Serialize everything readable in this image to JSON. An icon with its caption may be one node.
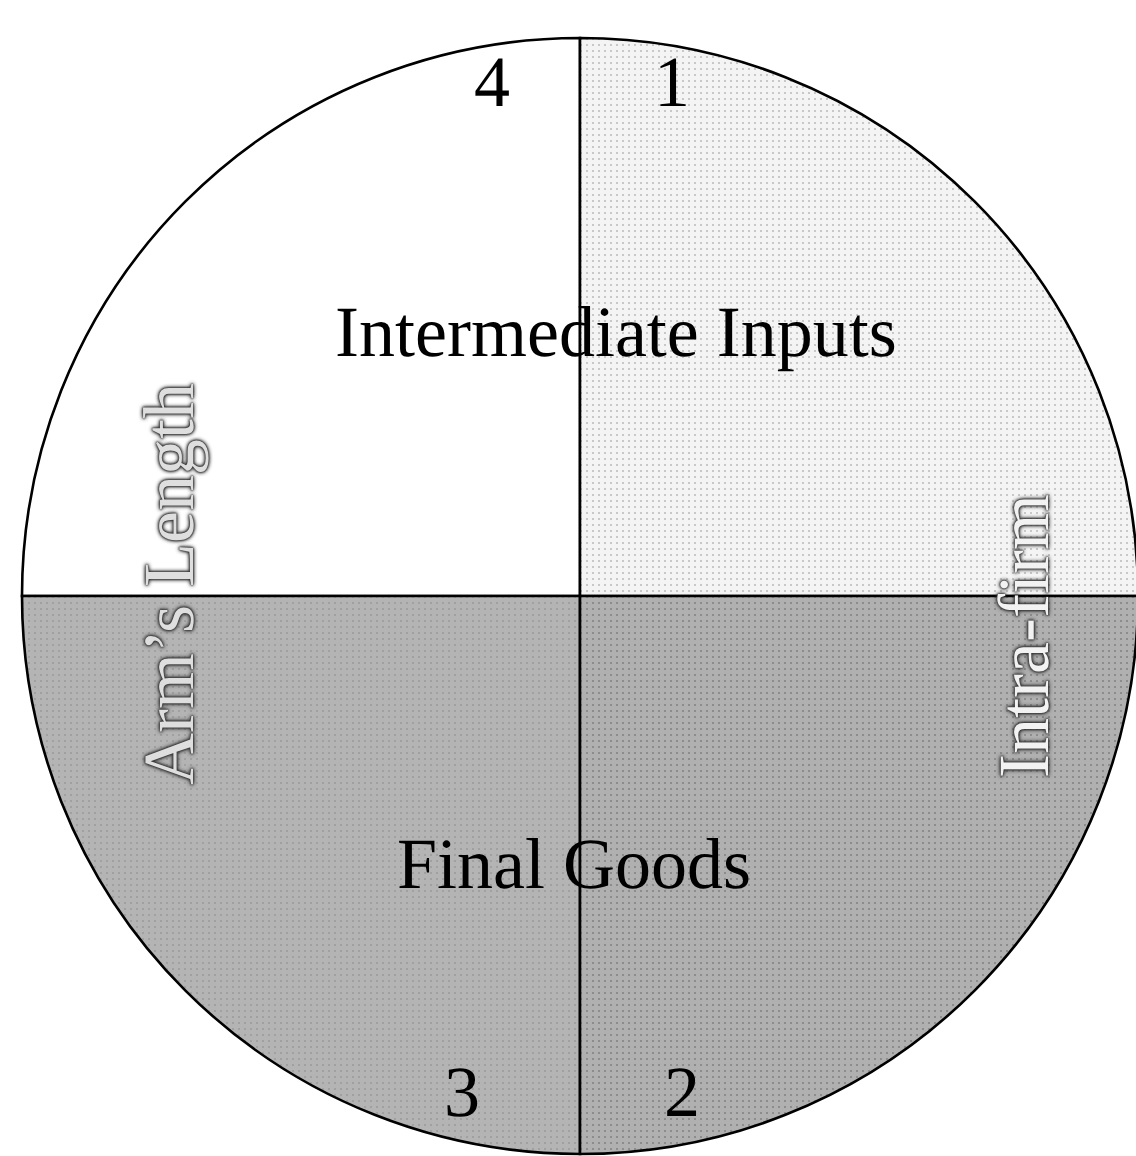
{
  "diagram": {
    "nodes": [
      {
        "text": [
          "4"
        ]
      },
      {
        "text": [
          "1"
        ]
      },
      {
        "text": [
          "3"
        ]
      },
      {
        "text": [
          "2"
        ]
      }
    ],
    "labels": [
      "Intermediate Inputs",
      "Arm’s Length",
      "Intra-firm",
      "Final Goods"
    ]
  }
}
